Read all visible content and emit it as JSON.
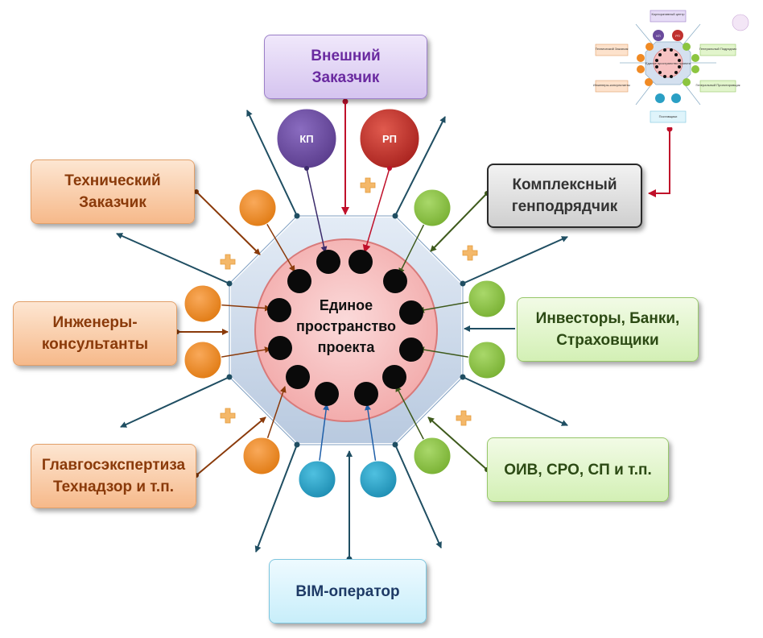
{
  "center": {
    "label": "Единое\nпространство\nпроекта"
  },
  "boxes": {
    "vneshniy_zakazchik": "Внешний\nЗаказчик",
    "tekhnicheskiy_zakazchik": "Технический\nЗаказчик",
    "inzhenery_konsultanty": "Инженеры-\nконсультанты",
    "glavgosekspertiza": "Главгосэкспертиза\nТехнадзор и т.п.",
    "kompleksny_genpodryadchik": "Комплексный\nгенподрядчик",
    "investory": "Инвесторы, Банки,\nСтраховщики",
    "oiv": "ОИВ, СРО, СП и т.п.",
    "bim_operator": "BIM-оператор"
  },
  "nodes": {
    "kp": "КП",
    "rp": "РП"
  },
  "colors": {
    "orange": "#f08a24",
    "green": "#8cc540",
    "teal": "#2a9fc4",
    "purple": "#6a4a9c",
    "red": "#c0312f",
    "black_dot": "#0a0a0a",
    "arrow_dark": "#1f4e62",
    "arrow_red": "#c0102a",
    "octagon_fill": "#d4e0ef",
    "circle_fill": "#f7c2c2",
    "plus": "#f4b86a"
  },
  "thumbnail": {
    "labels": [
      "Корпоративный центр",
      "Технический Заказчик",
      "Генеральный Подрядчик",
      "Инженеры-консультанты",
      "Генеральный Проектировщик",
      "Поставщики",
      "Единое пространство проекта",
      "КП",
      "РП"
    ]
  }
}
